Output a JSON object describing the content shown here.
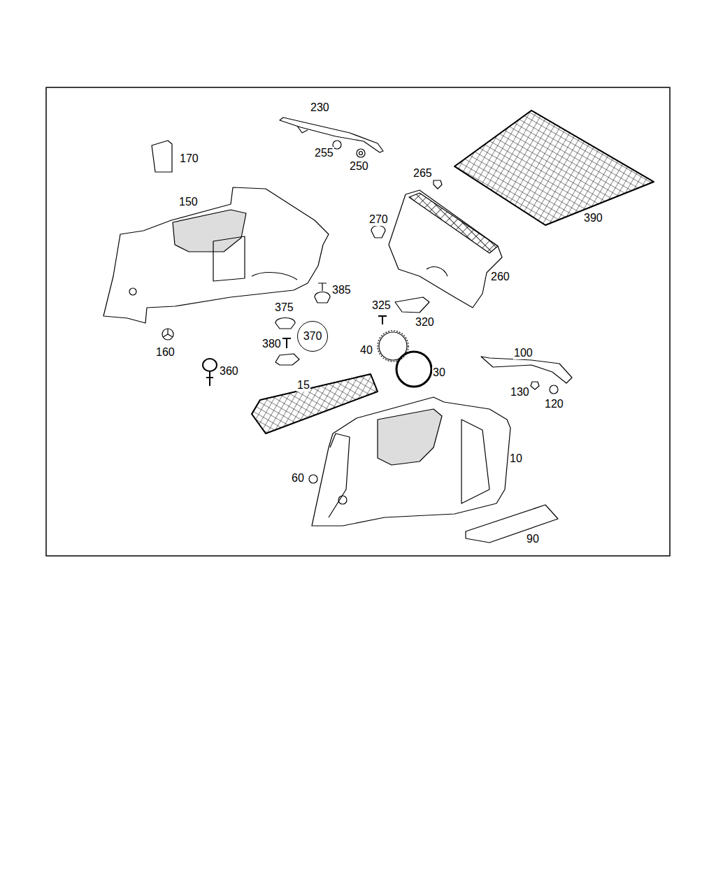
{
  "diagram": {
    "nodes": [
      {
        "text": [
          "370"
        ]
      }
    ],
    "labels": [
      "230",
      "170",
      "255",
      "250",
      "265",
      "150",
      "270",
      "390",
      "385",
      "325",
      "260",
      "375",
      "320",
      "380",
      "160",
      "40",
      "100",
      "360",
      "30",
      "130",
      "120",
      "15",
      "10",
      "60",
      "90"
    ]
  }
}
